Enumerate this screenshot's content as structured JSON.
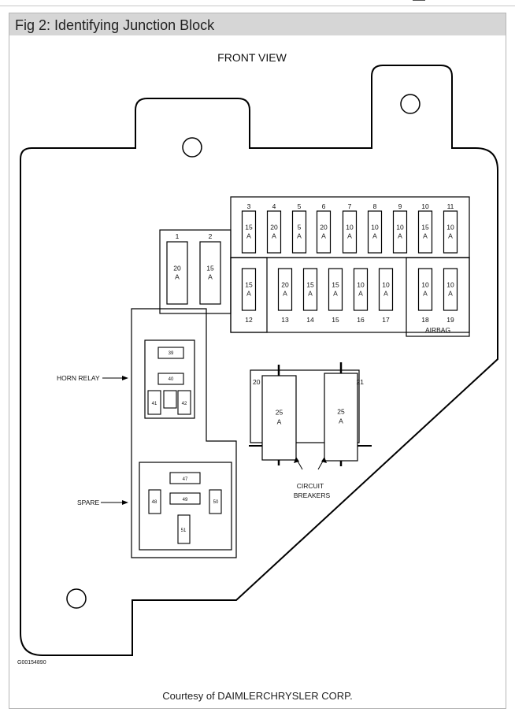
{
  "figure": {
    "title": "Fig 2: Identifying Junction Block",
    "view_label": "FRONT VIEW",
    "caption": "Courtesy of DAIMLERCHRYSLER CORP.",
    "code": "G00154890"
  },
  "fuses_top": [
    {
      "num": "3",
      "rating": "15",
      "unit": "A"
    },
    {
      "num": "4",
      "rating": "20",
      "unit": "A"
    },
    {
      "num": "5",
      "rating": "5",
      "unit": "A"
    },
    {
      "num": "6",
      "rating": "20",
      "unit": "A"
    },
    {
      "num": "7",
      "rating": "10",
      "unit": "A"
    },
    {
      "num": "8",
      "rating": "10",
      "unit": "A"
    },
    {
      "num": "9",
      "rating": "10",
      "unit": "A"
    },
    {
      "num": "10",
      "rating": "15",
      "unit": "A"
    },
    {
      "num": "11",
      "rating": "10",
      "unit": "A"
    }
  ],
  "fuses_left": [
    {
      "num": "1",
      "rating": "20",
      "unit": "A"
    },
    {
      "num": "2",
      "rating": "15",
      "unit": "A"
    }
  ],
  "fuses_bottom": [
    {
      "num": "12",
      "rating": "15",
      "unit": "A"
    },
    {
      "num": "13",
      "rating": "20",
      "unit": "A"
    },
    {
      "num": "14",
      "rating": "15",
      "unit": "A"
    },
    {
      "num": "15",
      "rating": "15",
      "unit": "A"
    },
    {
      "num": "16",
      "rating": "10",
      "unit": "A"
    },
    {
      "num": "17",
      "rating": "10",
      "unit": "A"
    },
    {
      "num": "18",
      "rating": "10",
      "unit": "A"
    },
    {
      "num": "19",
      "rating": "10",
      "unit": "A"
    }
  ],
  "airbag_label": "AIRBAG",
  "breakers": [
    {
      "num": "20",
      "rating": "25",
      "unit": "A"
    },
    {
      "num": "21",
      "rating": "25",
      "unit": "A"
    }
  ],
  "breakers_label_line1": "CIRCUIT",
  "breakers_label_line2": "BREAKERS",
  "horn_relay_label": "HORN RELAY",
  "horn_relay_slots": [
    "39",
    "40",
    "41",
    "42"
  ],
  "spare_label": "SPARE",
  "spare_slots": [
    "47",
    "49",
    "48",
    "50",
    "51"
  ]
}
